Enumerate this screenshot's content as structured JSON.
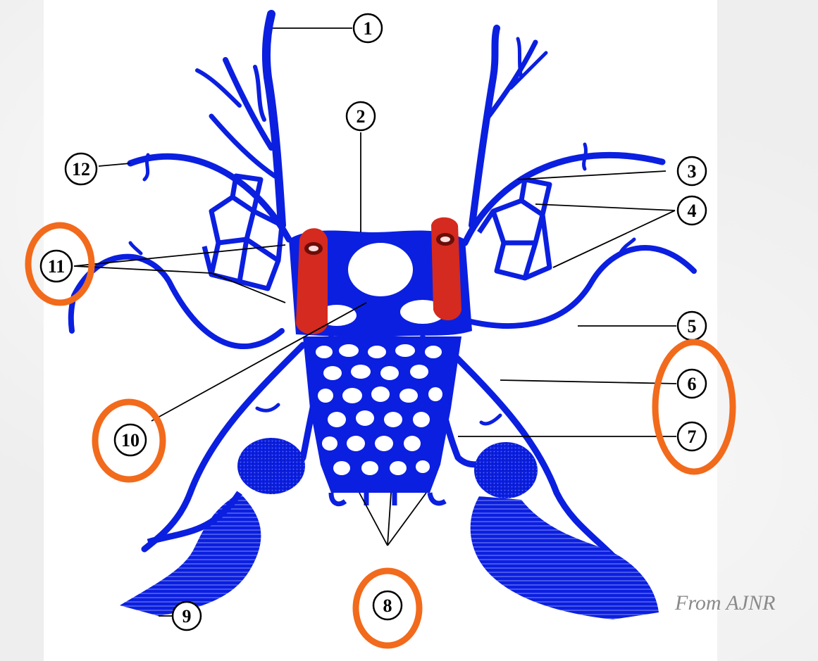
{
  "labels": {
    "l1": "1",
    "l2": "2",
    "l3": "3",
    "l4": "4",
    "l5": "5",
    "l6": "6",
    "l7": "7",
    "l8": "8",
    "l9": "9",
    "l10": "10",
    "l11": "11",
    "l12": "12"
  },
  "credit": "From AJNR",
  "colors": {
    "vein": "#0b1fe0",
    "sinus": "#d52a1f",
    "highlight": "#f26a1b",
    "panel": "#ffffff",
    "background": "#eeeeee"
  },
  "highlighted_labels": [
    "6",
    "7",
    "8",
    "10",
    "11"
  ]
}
